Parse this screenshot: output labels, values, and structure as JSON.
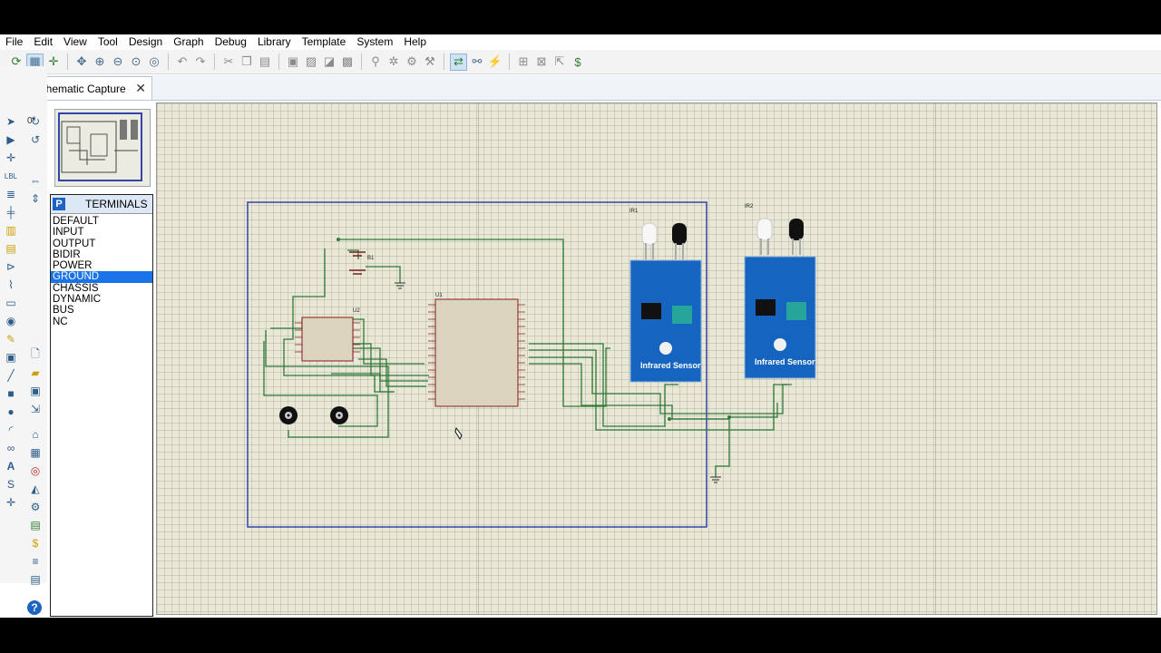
{
  "menu": [
    "File",
    "Edit",
    "View",
    "Tool",
    "Design",
    "Graph",
    "Debug",
    "Library",
    "Template",
    "System",
    "Help"
  ],
  "tab": {
    "label": "Schematic Capture"
  },
  "rotation": {
    "angle": "0°"
  },
  "terminals": {
    "title": "TERMINALS",
    "badge": "P",
    "items": [
      "DEFAULT",
      "INPUT",
      "OUTPUT",
      "BIDIR",
      "POWER",
      "GROUND",
      "CHASSIS",
      "DYNAMIC",
      "BUS",
      "NC"
    ],
    "selected": "GROUND"
  },
  "schematic": {
    "battery_label": "B1",
    "driver_label": "U2",
    "mcu_label": "U1",
    "sensor1": {
      "ref": "IR1",
      "text": "Infrared Sensor"
    },
    "sensor2": {
      "ref": "IR2",
      "text": "Infrared Sensor"
    }
  },
  "colors": {
    "accent": "#1a73e8",
    "wire": "#2f7a3a",
    "frame": "#3344aa",
    "sensor": "#1565c0"
  }
}
